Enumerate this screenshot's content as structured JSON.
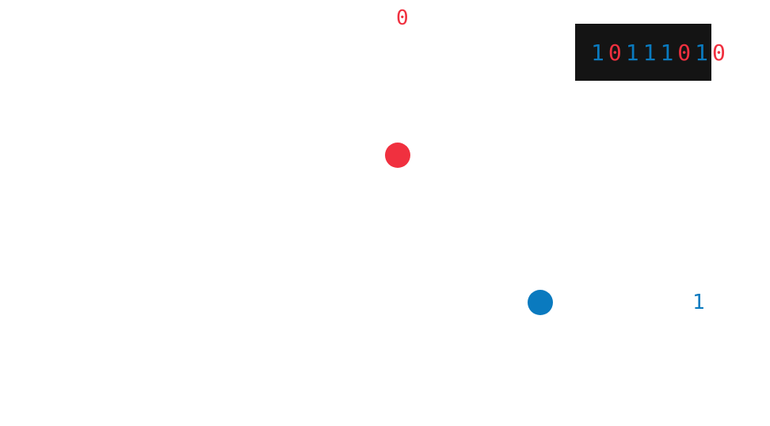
{
  "labels": {
    "zero": "0",
    "one": "1"
  },
  "sequence": [
    "1",
    "0",
    "1",
    "1",
    "1",
    "0",
    "1",
    "0"
  ],
  "colors": {
    "zero": "#f0303f",
    "one": "#0a7abf",
    "panel": "#141414",
    "background": "#ffffff"
  },
  "targets": [
    {
      "name": "red-target",
      "bit": "0",
      "color": "#f0303f"
    },
    {
      "name": "blue-target",
      "bit": "1",
      "color": "#0a7abf"
    }
  ]
}
